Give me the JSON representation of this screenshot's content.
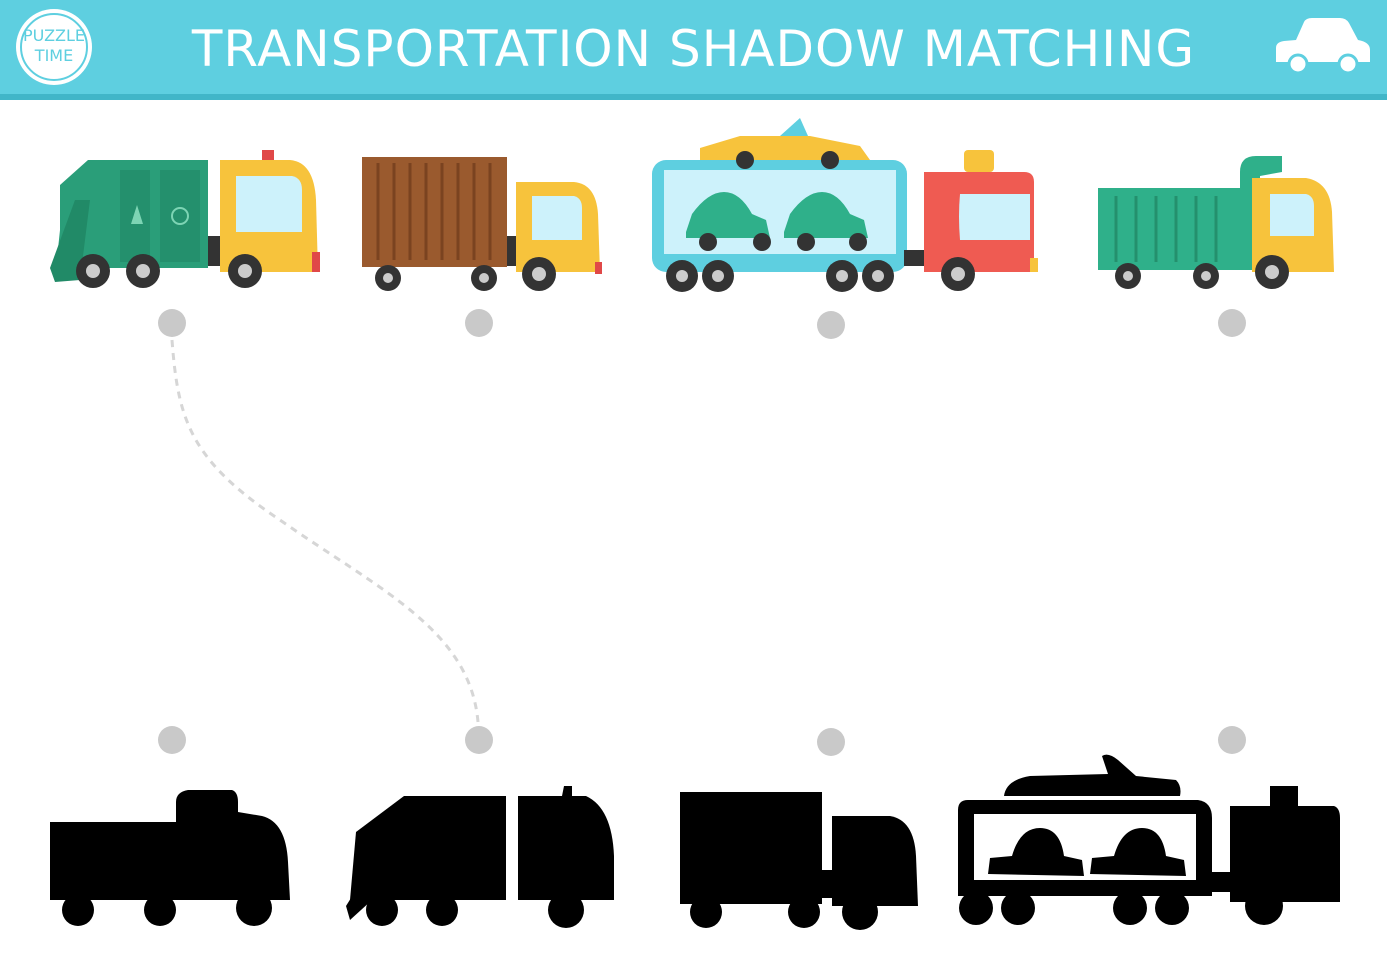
{
  "header": {
    "title": "TRANSPORTATION SHADOW MATCHING",
    "logo_line1": "PUZZLE",
    "logo_line2": "TIME",
    "header_icon": "car-icon"
  },
  "colors": {
    "header_band": "#5ecfe0",
    "dot": "#c9c9c9",
    "silhouette": "#000000",
    "dashed_line": "#d6d6d6"
  },
  "vehicles_top": [
    {
      "name": "garbage truck",
      "match_dot": "top-dot-1"
    },
    {
      "name": "container truck",
      "match_dot": "top-dot-2"
    },
    {
      "name": "car carrier truck",
      "match_dot": "top-dot-3"
    },
    {
      "name": "dump truck",
      "match_dot": "top-dot-4"
    }
  ],
  "shadows_bottom": [
    {
      "name": "dump truck shadow"
    },
    {
      "name": "garbage truck shadow"
    },
    {
      "name": "container truck shadow"
    },
    {
      "name": "car carrier truck shadow"
    }
  ],
  "example_match": {
    "from": "garbage truck",
    "to": "garbage truck shadow"
  }
}
